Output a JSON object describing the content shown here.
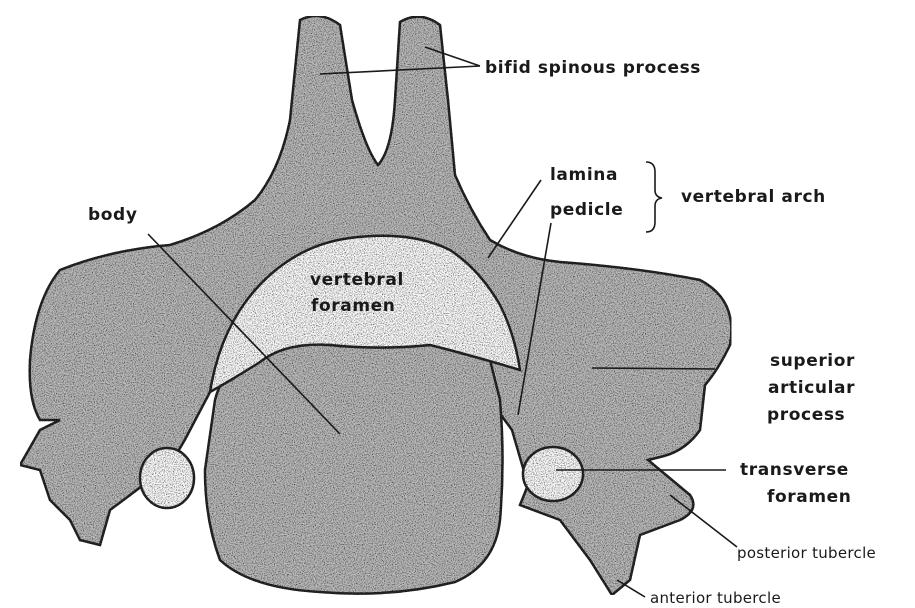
{
  "labels": {
    "bifid_spinous_process": "bifid spinous process",
    "lamina": "lamina",
    "pedicle": "pedicle",
    "vertebral_arch": "vertebral arch",
    "body": "body",
    "vertebral_foramen_line1": "vertebral",
    "vertebral_foramen_line2": "foramen",
    "superior_articular_line1": "superior",
    "superior_articular_line2": "articular",
    "superior_articular_line3": "process",
    "transverse_foramen_line1": "transverse",
    "transverse_foramen_line2": "foramen",
    "posterior_tubercle": "posterior tubercle",
    "anterior_tubercle": "anterior tubercle"
  }
}
